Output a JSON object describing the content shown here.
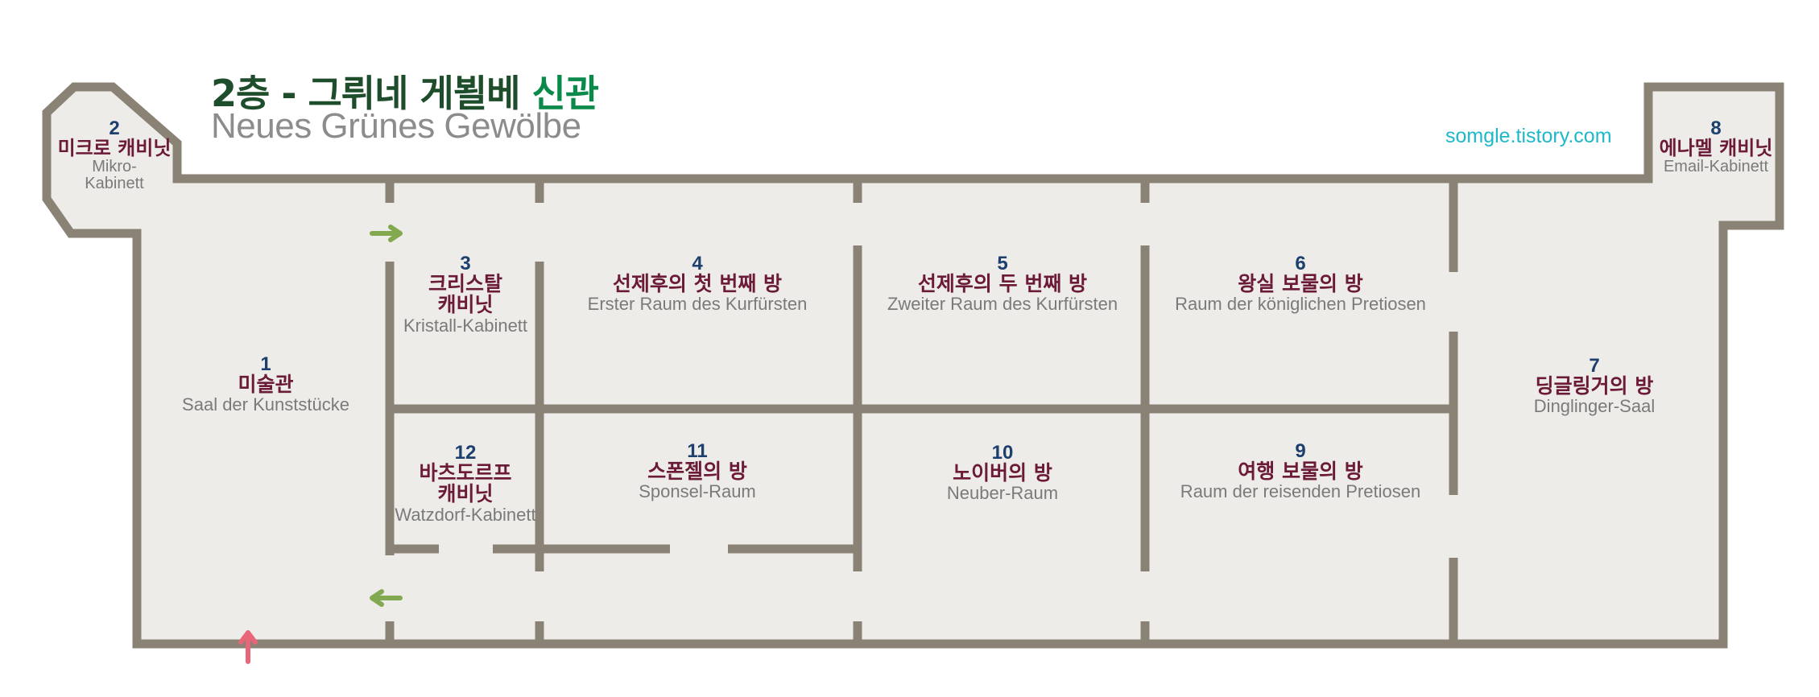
{
  "header": {
    "title_main": "2층 - 그뤼네 게뵐베",
    "title_accent": "신관",
    "subtitle": "Neues Grünes Gewölbe",
    "site": "somgle.tistory.com"
  },
  "colors": {
    "wall": "#8a8275",
    "floor": "#eeece9",
    "room_number": "#1c3f6e",
    "room_name_ko": "#6b1a37",
    "room_name_de": "#7a7a7a",
    "arrow_green": "#82a850",
    "arrow_pink": "#e8657a"
  },
  "icons": {
    "route_arrow_right": "arrow-right-icon",
    "route_arrow_left": "arrow-left-icon",
    "entrance_arrow": "arrow-up-icon"
  },
  "rooms": [
    {
      "num": "1",
      "ko": [
        "미술관"
      ],
      "de": [
        "Saal der Kunststücke"
      ]
    },
    {
      "num": "2",
      "ko": [
        "미크로 캐비닛"
      ],
      "de": [
        "Mikro-",
        "Kabinett"
      ]
    },
    {
      "num": "3",
      "ko": [
        "크리스탈",
        "캐비닛"
      ],
      "de": [
        "Kristall-Kabinett"
      ]
    },
    {
      "num": "4",
      "ko": [
        "선제후의 첫 번째 방"
      ],
      "de": [
        "Erster Raum des Kurfürsten"
      ]
    },
    {
      "num": "5",
      "ko": [
        "선제후의 두 번째 방"
      ],
      "de": [
        "Zweiter Raum des Kurfürsten"
      ]
    },
    {
      "num": "6",
      "ko": [
        "왕실 보물의 방"
      ],
      "de": [
        "Raum der königlichen Pretiosen"
      ]
    },
    {
      "num": "7",
      "ko": [
        "딩글링거의 방"
      ],
      "de": [
        "Dinglinger-Saal"
      ]
    },
    {
      "num": "8",
      "ko": [
        "에나멜 캐비닛"
      ],
      "de": [
        "Email-Kabinett"
      ]
    },
    {
      "num": "9",
      "ko": [
        "여행 보물의 방"
      ],
      "de": [
        "Raum der reisenden Pretiosen"
      ]
    },
    {
      "num": "10",
      "ko": [
        "노이버의 방"
      ],
      "de": [
        "Neuber-Raum"
      ]
    },
    {
      "num": "11",
      "ko": [
        "스폰젤의 방"
      ],
      "de": [
        "Sponsel-Raum"
      ]
    },
    {
      "num": "12",
      "ko": [
        "바츠도르프",
        "캐비닛"
      ],
      "de": [
        "Watzdorf-Kabinett"
      ]
    }
  ]
}
